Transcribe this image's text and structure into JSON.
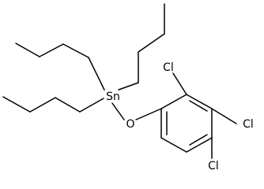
{
  "molecule": {
    "atoms": {
      "tin": "Sn",
      "oxygen": "O",
      "chlorine_top": "Cl",
      "chlorine_right": "Cl",
      "chlorine_bottom": "Cl"
    }
  }
}
